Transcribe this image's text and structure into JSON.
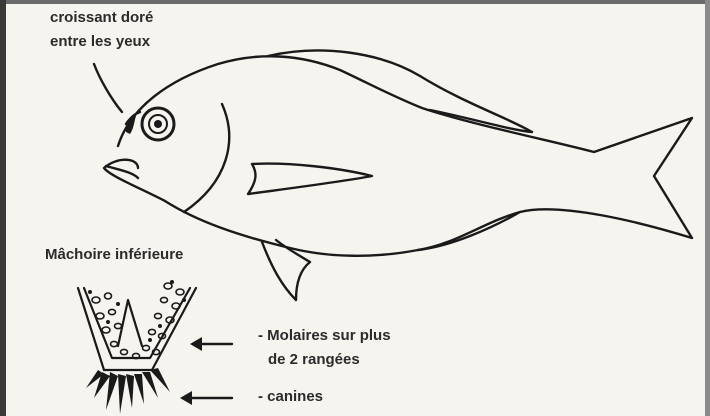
{
  "labels": {
    "croissant_line1": "croissant doré",
    "croissant_line2": "entre les yeux",
    "machoire": "Mâchoire inférieure",
    "molaires_line1": "- Molaires sur plus",
    "molaires_line2": "de 2 rangées",
    "canines": "- canines"
  },
  "colors": {
    "ink": "#1a1a1a",
    "background": "#f6f4ef",
    "frame": "#6b6b6b"
  }
}
